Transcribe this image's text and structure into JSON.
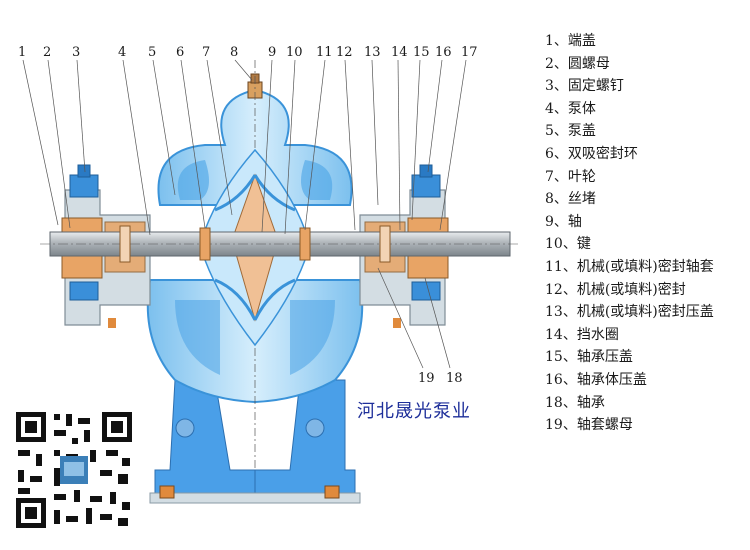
{
  "diagram": {
    "callouts_top": [
      "1",
      "2",
      "3",
      "4",
      "5",
      "6",
      "7",
      "8",
      "9",
      "10",
      "11",
      "12",
      "13",
      "14",
      "15",
      "16",
      "17"
    ],
    "callouts_bottom": [
      "19",
      "18"
    ],
    "legend": [
      "1、端盖",
      "2、圆螺母",
      "3、固定螺钉",
      "4、泵体",
      "5、泵盖",
      "6、双吸密封环",
      "7、叶轮",
      "8、丝堵",
      "9、轴",
      "10、键",
      "11、机械(或填料)密封轴套",
      "12、机械(或填料)密封",
      "13、机械(或填料)密封压盖",
      "14、挡水圈",
      "15、轴承压盖",
      "16、轴承体压盖",
      "18、轴承",
      "19、轴套螺母"
    ],
    "company": "河北晟光泵业",
    "colors": {
      "casing": "#9fd3f2",
      "casing_dark": "#3a93d9",
      "base": "#4a9fe8",
      "shaft": "#bfc4c8",
      "bronze": "#e8a465",
      "housing": "#d3dde3",
      "impeller": "#f0c095",
      "label": "#1e2f9a"
    }
  }
}
